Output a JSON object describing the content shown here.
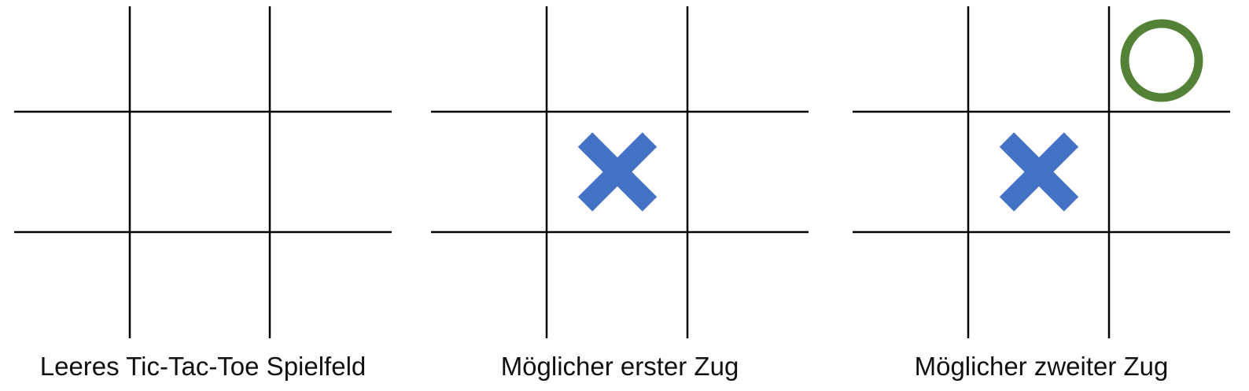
{
  "colors": {
    "grid": "#000000",
    "x_mark": "#4472C4",
    "o_mark": "#538135"
  },
  "boards": [
    {
      "caption": "Leeres Tic-Tac-Toe Spielfeld",
      "cells": [
        [
          "",
          "",
          ""
        ],
        [
          "",
          "",
          ""
        ],
        [
          "",
          "",
          ""
        ]
      ]
    },
    {
      "caption": "Möglicher erster Zug",
      "cells": [
        [
          "",
          "",
          ""
        ],
        [
          "",
          "X",
          ""
        ],
        [
          "",
          "",
          ""
        ]
      ]
    },
    {
      "caption": "Möglicher zweiter Zug",
      "cells": [
        [
          "",
          "",
          "O"
        ],
        [
          "",
          "X",
          ""
        ],
        [
          "",
          "",
          ""
        ]
      ]
    }
  ]
}
